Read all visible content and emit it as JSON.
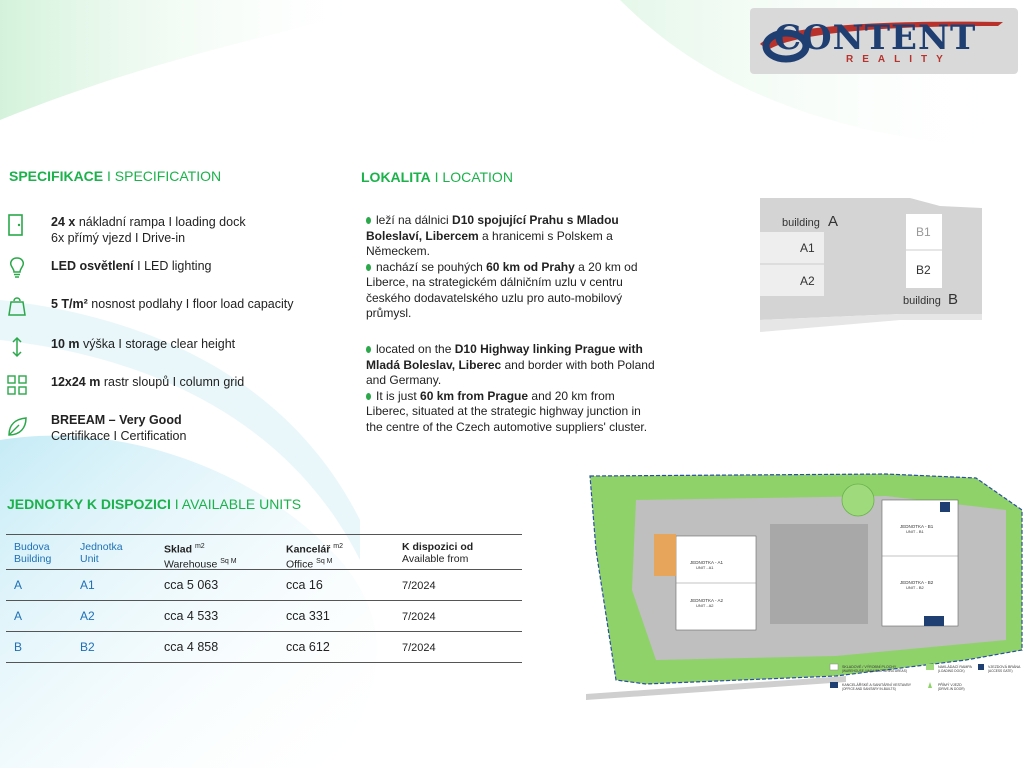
{
  "logo": {
    "word": "CONTENT",
    "sub": "REALITY"
  },
  "specification": {
    "title_bold": "SPECIFIKACE",
    "title_thin": " I SPECIFICATION",
    "items": [
      {
        "icon": "door-icon",
        "bold": "24 x",
        "text": " nákladní rampa  I loading dock",
        "line2": "6x přímý vjezd I Drive-in"
      },
      {
        "icon": "lightbulb-icon",
        "bold": "LED osvětlení",
        "text": " I LED lighting"
      },
      {
        "icon": "weight-icon",
        "bold": "5 T/m²",
        "text": " nosnost podlahy I floor load capacity"
      },
      {
        "icon": "vertical-arrow-icon",
        "bold": "10 m",
        "text": " výška I storage clear height"
      },
      {
        "icon": "grid-icon",
        "bold": "12x24 m",
        "text": " rastr sloupů I column grid"
      },
      {
        "icon": "leaf-icon",
        "bold": "BREEAM – Very Good",
        "text": "",
        "line2": "Certifikace I Certification"
      }
    ]
  },
  "location": {
    "title_bold": "LOKALITA",
    "title_thin": " I LOCATION",
    "cz_1_pre": "leží na dálnici ",
    "cz_1_bold": "D10 spojující Prahu s Mladou Boleslaví, Libercem",
    "cz_1_post": " a hranicemi s Polskem a Německem.",
    "cz_2_pre": "nachází se pouhých ",
    "cz_2_bold": "60 km od Prahy",
    "cz_2_post": " a 20 km od Liberce, na strategickém dálničním uzlu v centru českého dodavatelského uzlu pro auto-mobilový průmysl.",
    "en_1_pre": "located on the ",
    "en_1_bold": "D10 Highway linking Prague with Mladá Boleslav, Liberec",
    "en_1_post": " and border with both Poland and Germany.",
    "en_2_pre": "It is just ",
    "en_2_bold": "60 km from Prague",
    "en_2_post": " and 20 km from Liberec, situated at the strategic highway junction in the centre of the Czech automotive suppliers' cluster."
  },
  "building_map": {
    "building_a_label": "building",
    "building_a_letter": "A",
    "building_b_label": "building",
    "building_b_letter": "B",
    "units": [
      "A1",
      "A2",
      "B1",
      "B2"
    ]
  },
  "units": {
    "title_bold": "JEDNOTKY K DISPOZICI",
    "title_thin": " I AVAILABLE UNITS",
    "headers": {
      "building_cz": "Budova",
      "building_en": "Building",
      "unit_cz": "Jednotka",
      "unit_en": "Unit",
      "warehouse_cz": "Sklad",
      "warehouse_sup": "m2",
      "warehouse_en": "Warehouse",
      "warehouse_en_sup": "Sq M",
      "office_cz": "Kancelář",
      "office_sup": "m2",
      "office_en": "Office",
      "office_en_sup": "Sq M",
      "avail_cz": "K dispozici od",
      "avail_en": "Available from"
    },
    "rows": [
      {
        "building": "A",
        "unit": "A1",
        "warehouse": "cca 5 063",
        "office": "cca 16",
        "available": "7/2024"
      },
      {
        "building": "A",
        "unit": "A2",
        "warehouse": "cca 4 533",
        "office": "cca 331",
        "available": "7/2024"
      },
      {
        "building": "B",
        "unit": "B2",
        "warehouse": "cca 4 858",
        "office": "cca 612",
        "available": "7/2024"
      }
    ]
  },
  "site_plan": {
    "unit_a1": "JEDNOTKA - A1",
    "unit_a1_en": "UNIT - A1",
    "unit_a2": "JEDNOTKA - A2",
    "unit_a2_en": "UNIT - A2",
    "unit_b1": "JEDNOTKA - B1",
    "unit_b1_en": "UNIT - B1",
    "unit_b2": "JEDNOTKA - B2",
    "unit_b2_en": "UNIT - B2",
    "legend_1": "SKLADOVÉ / VÝROBNÍ PLOCHY",
    "legend_1_en": "(WAREHOUSE / MANUFACTURING AREAS)",
    "legend_2": "NAKLÁDACÍ RAMPA",
    "legend_2_en": "(LOADING DOCK)",
    "legend_3": "VJEZDOVÁ BRÁNA",
    "legend_3_en": "(ACCESS GATE)",
    "legend_4": "KANCELÁŘSKÉ A SANITÁRNÍ VESTAVBY",
    "legend_4_en": "(OFFICE AND SANITARY IN-BUILTS)",
    "legend_5": "PŘÍMÝ VJEZD",
    "legend_5_en": "(DRIVE-IN DOOR)"
  },
  "colors": {
    "accent_green": "#1bb24b",
    "header_blue": "#1f6fb6",
    "logo_blue": "#1f3f73",
    "logo_red": "#b8322b"
  }
}
